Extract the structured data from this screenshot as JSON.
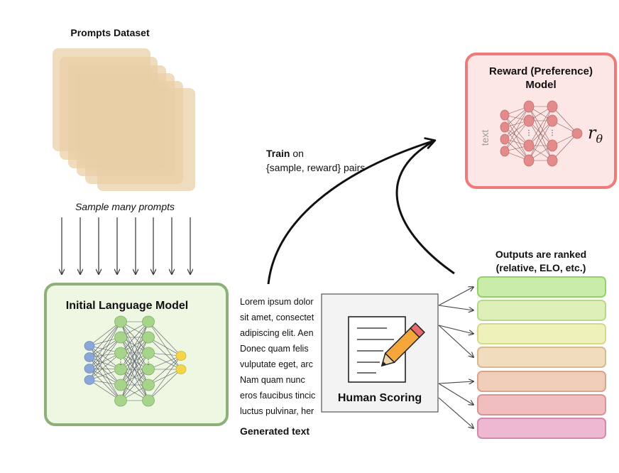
{
  "prompts": {
    "title": "Prompts Dataset",
    "sample_label": "Sample many prompts"
  },
  "lm": {
    "title": "Initial Language Model"
  },
  "generated": {
    "lines": [
      "Lorem ipsum dolor",
      "sit amet, consectet",
      "adipiscing elit. Aen",
      "Donec quam felis",
      "vulputate eget, arc",
      "Nam quam nunc",
      "eros faucibus tincic",
      "luctus pulvinar, her"
    ],
    "label": "Generated text"
  },
  "human": {
    "label": "Human Scoring"
  },
  "train": {
    "bold": "Train",
    "rest": " on",
    "line2": "{sample, reward} pairs"
  },
  "reward": {
    "title_line1": "Reward (Preference)",
    "title_line2": "Model",
    "input_label": "text",
    "output_symbol": "r",
    "output_subscript": "θ"
  },
  "ranked": {
    "title_line1": "Outputs are ranked",
    "title_line2": "(relative, ELO, etc.)"
  },
  "colors": {
    "prompt_card": "#e9cfa6",
    "lm_fill": "#eef7e2",
    "lm_border": "#8db07a",
    "reward_fill": "#fde6e6",
    "reward_border": "#ef7a7a",
    "node_green": "#a6d48a",
    "node_blue": "#89a7d8",
    "node_yellow": "#f6d54a",
    "node_red": "#e38a8a",
    "rank_bars": [
      "#c9eda9",
      "#def0b8",
      "#eef1b9",
      "#f2dcbe",
      "#f0cdb8",
      "#f0bebe",
      "#eeb8d2"
    ],
    "rank_borders": [
      "#93d26b",
      "#b8d98a",
      "#d8d78b",
      "#d7b98e",
      "#d8a58c",
      "#d89595",
      "#d38aaa"
    ]
  }
}
